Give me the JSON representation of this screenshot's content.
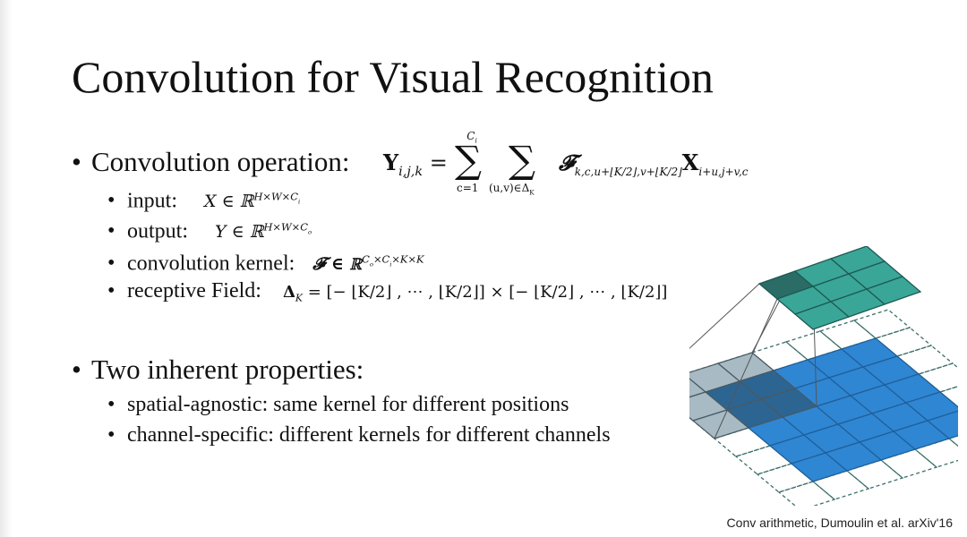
{
  "slide": {
    "title": "Convolution for Visual Recognition",
    "bullet1": {
      "label": "Convolution operation:",
      "formula": {
        "lhs": "Y",
        "lhs_sub": "i,j,k",
        "eq": "=",
        "sum1_top": "C",
        "sum1_top_sub": "i",
        "sum1_bottom": "c=1",
        "sum_symbol": "∑",
        "sum2_bottom": "(u,v)∈Δ",
        "sum2_bottom_sub": "K",
        "kernel": "𝓕",
        "kernel_sub": "k,c,u+⌊K/2⌋,v+⌊K/2⌋",
        "input": "X",
        "input_sub": "i+u,j+v,c"
      },
      "subitems": [
        {
          "label": "input:",
          "math": "X ∈ ℝ",
          "sup": "H×W×C",
          "sup_sub": "i"
        },
        {
          "label": "output:",
          "math": "Y ∈ ℝ",
          "sup": "H×W×C",
          "sup_sub": "o"
        },
        {
          "label": "convolution kernel:",
          "math": "𝓕 ∈ ℝ",
          "sup": "C",
          "sup_sub": "o",
          "sup_rest": "×C",
          "sup_sub2": "i",
          "sup_rest2": "×K×K"
        },
        {
          "label": "receptive Field:",
          "math": "Δ",
          "math_sub": "K",
          "math_rest": "= [− ⌊K/2⌋ , ⋯ , ⌊K/2⌋] × [− ⌊K/2⌋ , ⋯ , ⌊K/2⌋]"
        }
      ]
    },
    "bullet2": {
      "label": "Two inherent properties:",
      "subitems": [
        {
          "label": "spatial-agnostic: same kernel for different positions"
        },
        {
          "label": "channel-specific: different kernels for different channels"
        }
      ]
    },
    "caption": "Conv arithmetic, Dumoulin et al. arXiv'16",
    "bullet_symbol": "•",
    "colors": {
      "output_grid": "#3aa698",
      "output_grid_dark": "#2b6d66",
      "input_grid": "#2f86d3",
      "kernel_overlay": "#9fb3bd",
      "padding_dash": "#3b6f6a"
    }
  }
}
